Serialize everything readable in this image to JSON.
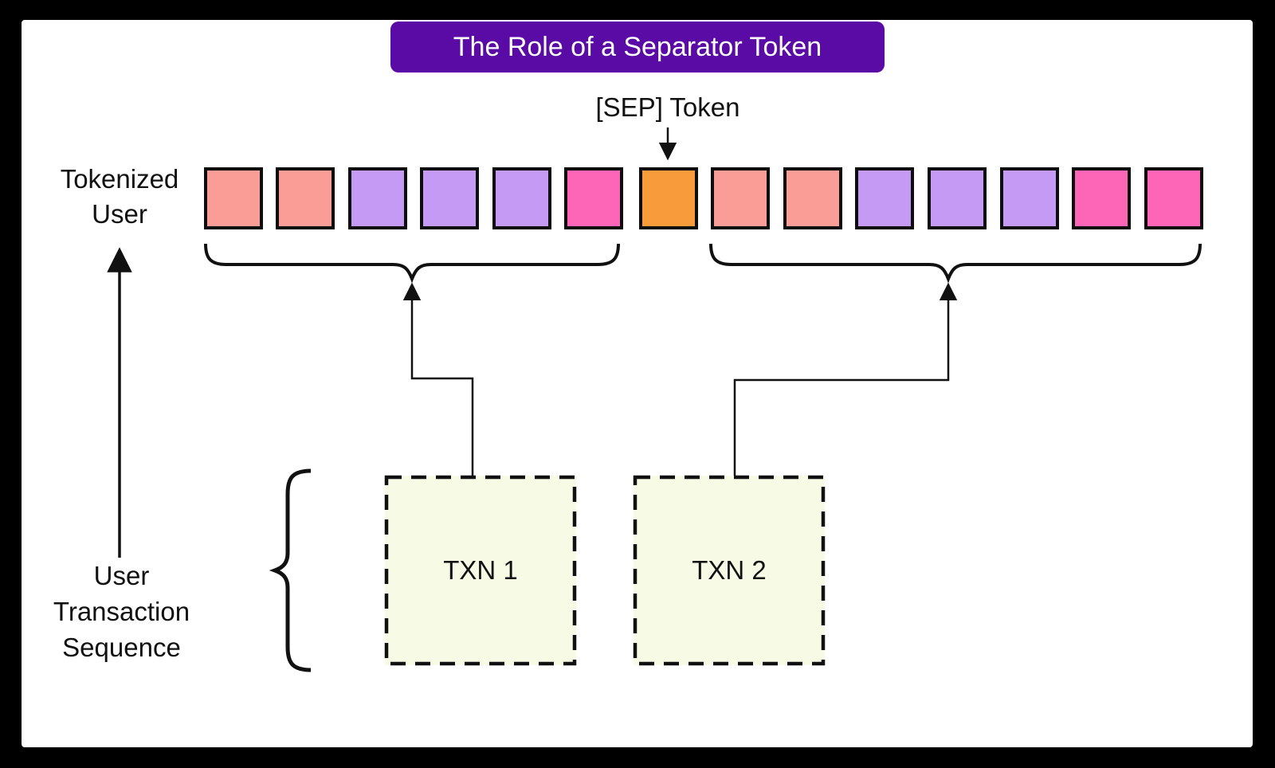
{
  "title": {
    "label": "The Role of a Separator Token"
  },
  "sep": {
    "label": "[SEP] Token"
  },
  "tokenized_user": {
    "line1": "Tokenized",
    "line2": "User"
  },
  "user_sequence": {
    "line1": "User",
    "line2": "Transaction",
    "line3": "Sequence"
  },
  "txn1": {
    "label": "TXN 1"
  },
  "txn2": {
    "label": "TXN 2"
  },
  "token_row": {
    "txn1_tokens": [
      "salmon",
      "salmon",
      "purple",
      "purple",
      "purple",
      "pink"
    ],
    "sep_token": [
      "orange"
    ],
    "txn2_tokens": [
      "salmon",
      "salmon",
      "purple",
      "purple",
      "purple",
      "pink",
      "pink"
    ]
  },
  "colors": {
    "title_bg": "#5A0BA6",
    "title_fg": "#FFFFFF",
    "token_salmon": "#FA9D96",
    "token_purple": "#C59AF5",
    "token_pink": "#FD65B6",
    "token_orange": "#F79B3B",
    "token_border": "#0D0D0D",
    "txn_box_bg": "#F7FAE5",
    "line_color": "#111111"
  }
}
